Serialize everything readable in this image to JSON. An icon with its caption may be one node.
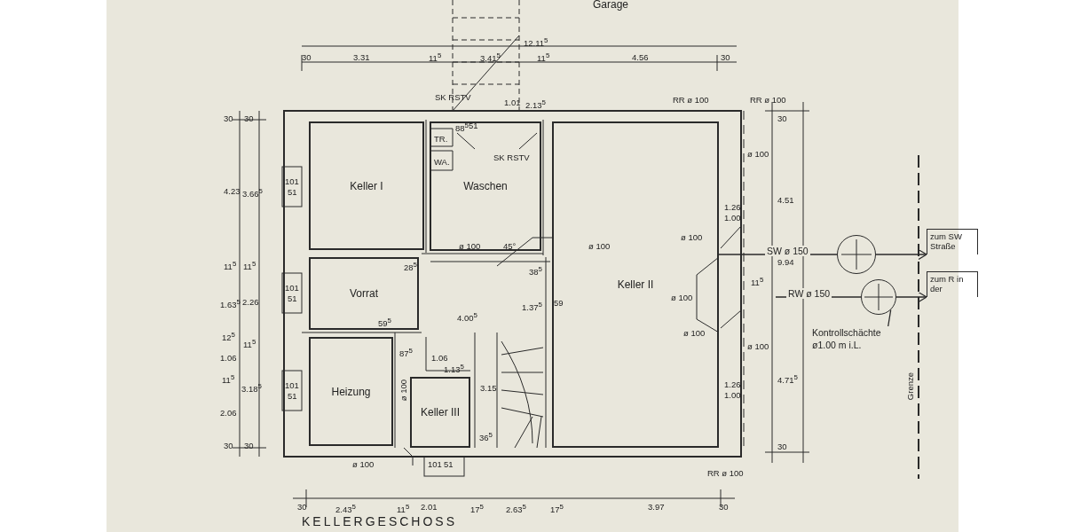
{
  "diagram": {
    "caption": "KELLERGESCHOSS",
    "nodes": [
      {
        "text": [
          "Keller I"
        ]
      },
      {
        "text": [
          "Waschen"
        ]
      },
      {
        "text": [
          "Keller II"
        ]
      },
      {
        "text": [
          "Vorrat"
        ]
      },
      {
        "text": [
          "Heizung"
        ]
      },
      {
        "text": [
          "Keller III"
        ]
      },
      {
        "text": [],
        "shape": "circle"
      },
      {
        "text": [],
        "shape": "circle"
      },
      {
        "text": [
          "zum SW Straße"
        ]
      },
      {
        "text": [
          "zum R in der"
        ]
      },
      {
        "text": [
          "Kontrollschächte",
          "ø1.00 m i.L."
        ]
      }
    ],
    "edges": [
      {
        "from": 2,
        "to": 6,
        "arrow": "none",
        "label": "SW ø 150"
      },
      {
        "from": 6,
        "to": 8,
        "arrow": "to"
      },
      {
        "from": null,
        "to": 7,
        "arrow": "none",
        "label": "RW ø 150"
      },
      {
        "from": 7,
        "to": 9,
        "arrow": "to"
      },
      {
        "from": 10,
        "to": 7,
        "arrow": "none"
      }
    ],
    "labels": [
      "Garage",
      "12.11$^{5}$",
      "30",
      "3.31",
      "11$^{5}$",
      "3.41$^{5}$",
      "11$^{5}$",
      "4.56",
      "30",
      "SK RSTV",
      "1.01",
      "2.13$^{5}$",
      "RR ø 100",
      "RR ø 100",
      "88$^{5}$",
      "51",
      "TR.",
      "WA.",
      "SK RSTV",
      "30",
      "30",
      "4.23",
      "3.66$^{5}$",
      "11$^{5}$",
      "11$^{5}$",
      "1.63$^{5}$",
      "2.26",
      "12$^{5}$",
      "11$^{5}$",
      "1.06",
      "11$^{5}$",
      "3.18$^{5}$",
      "2.06",
      "30",
      "30",
      "101",
      "51",
      "101",
      "51",
      "101",
      "51",
      "101",
      "51",
      "ø 100",
      "45°",
      "28$^{5}$",
      "38$^{5}$",
      "59$^{5}$",
      "4.00$^{5}$",
      "1.37$^{5}$",
      "59",
      "87$^{5}$",
      "1.06",
      "1.13$^{5}$",
      "ø 100",
      "3.15",
      "36$^{5}$",
      "ø 100",
      "ø 100",
      "1.26",
      "1.00",
      "ø 100",
      "4.51",
      "9.94",
      "ø 100",
      "11$^{5}$",
      "ø 100",
      "ø 100",
      "1.26",
      "1.00",
      "4.71$^{5}$",
      "30",
      "RR ø 100",
      "Grenze",
      "ø 100",
      "30",
      "2.43$^{5}$",
      "11$^{5}$",
      "2.01",
      "17$^{5}$",
      "2.63$^{5}$",
      "17$^{5}$",
      "3.97",
      "30",
      "30"
    ]
  }
}
